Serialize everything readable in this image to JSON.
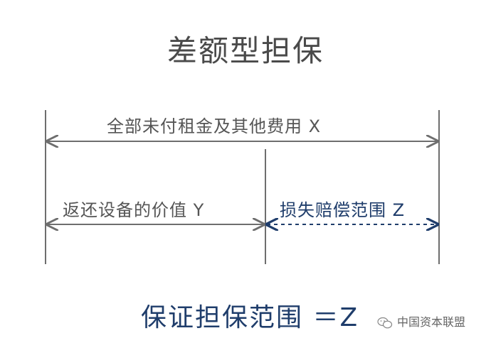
{
  "title": "差额型担保",
  "labels": {
    "total": "全部未付租金及其他费用 X",
    "return_value": "返还设备的价值 Y",
    "loss_scope": "损失赔偿范围 Z"
  },
  "formula": "保证担保范围 ＝Z",
  "watermark": "中国资本联盟",
  "colors": {
    "line": "#6e6e6e",
    "text": "#555555",
    "accent": "#1f3d6b"
  },
  "icons": [
    "wechat-icon"
  ]
}
